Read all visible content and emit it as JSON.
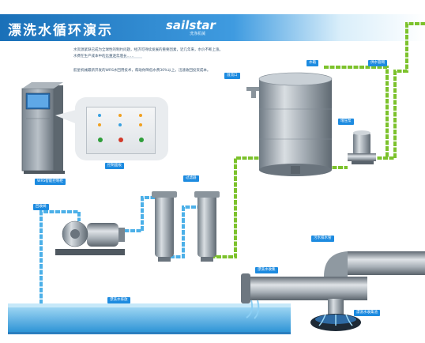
{
  "header": {
    "title": "漂洗水循环演示",
    "logo_text": "sailstar",
    "logo_subtext": "洗涤机械"
  },
  "description": {
    "line1": "水资源紧缺已成为全球性的制约问题，经济可持续发展的重要因素，近几年来，水价不断上涨。",
    "line2": "水费在生产成本中的比重逐年增长……",
    "line3": "航星机械最新开发的WRS水回用技术，帮助你降低水费30%以上，迅速收回投资成本。"
  },
  "labels": {
    "control_cabinet": "WRS智能控制柜",
    "control_panel": "控制面板",
    "water_tank": "水箱",
    "overflow": "溢流口",
    "booster_pump": "增压泵",
    "supply_water": "供水管网",
    "filter": "过滤器",
    "return_water": "回收阀",
    "rinse_drain": "漂洗水排放",
    "rinse_collect": "漂洗水收集",
    "drain_pipe": "污水排水管",
    "rinse_water_tank": "漂洗水收集池"
  },
  "colors": {
    "header_blue": "#1a70b8",
    "callout_blue": "#1d8be0",
    "pipe_blue": "#4cb0e8",
    "pipe_green": "#7cc22c",
    "steel": "#9aa3ab"
  }
}
